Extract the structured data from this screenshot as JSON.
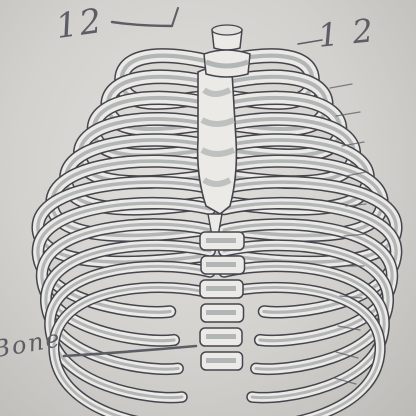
{
  "labels": {
    "left_number": "12",
    "right_number": "1 2",
    "bone_word": "Bone"
  },
  "colors": {
    "paper": "#d6d4d0",
    "ink": "#45454e",
    "pencil": "#5d5d66",
    "bone_shade": "#b3b6b7",
    "bone_fill": "#eceae6"
  }
}
